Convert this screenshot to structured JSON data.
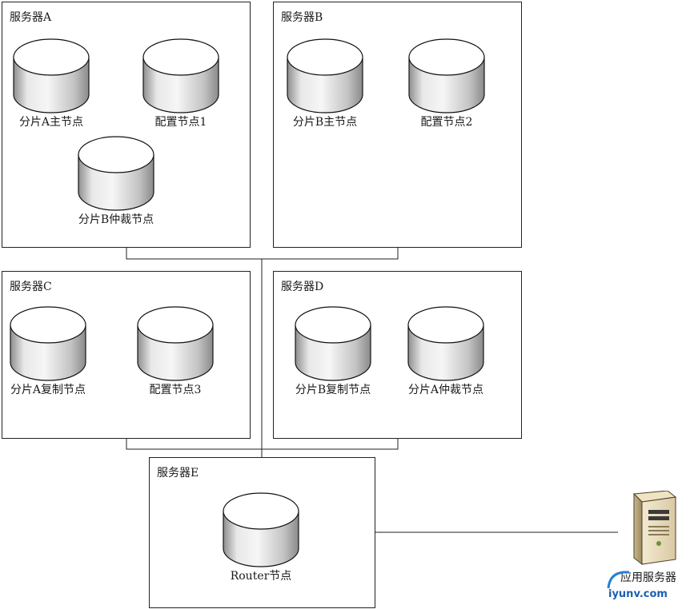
{
  "servers": [
    {
      "title": "服务器A",
      "nodes": [
        "分片A主节点",
        "配置节点1",
        "分片B仲裁节点"
      ]
    },
    {
      "title": "服务器B",
      "nodes": [
        "分片B主节点",
        "配置节点2"
      ]
    },
    {
      "title": "服务器C",
      "nodes": [
        "分片A复制节点",
        "配置节点3"
      ]
    },
    {
      "title": "服务器D",
      "nodes": [
        "分片B复制节点",
        "分片A仲裁节点"
      ]
    },
    {
      "title": "服务器E",
      "nodes": [
        "Router节点"
      ]
    }
  ],
  "app_server": {
    "label": "应用服务器",
    "icon": "server-tower-icon"
  },
  "watermark": "iyunv.com",
  "colors": {
    "cylinder_top": "#ffffff",
    "cylinder_side_light": "#f2f2f2",
    "cylinder_side_dark": "#9a9a9a",
    "stroke": "#111111",
    "watermark": "#1a5fb4"
  }
}
